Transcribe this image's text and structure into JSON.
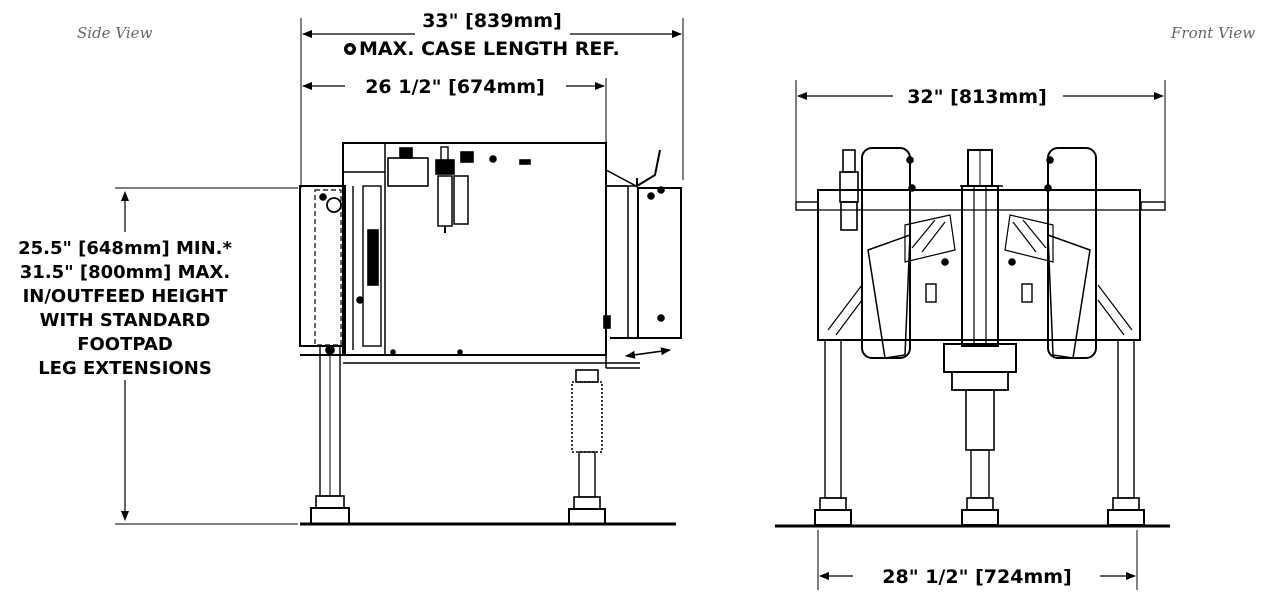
{
  "views": {
    "side": {
      "caption": "Side View",
      "dim_max_case_length": "33\" [839mm]",
      "dim_max_case_length_note": "MAX. CASE LENGTH REF.",
      "dim_frame_length": "26 1/2\" [674mm]",
      "height_note": [
        "25.5\" [648mm] MIN.*",
        "31.5\" [800mm] MAX.",
        "IN/OUTFEED HEIGHT",
        "WITH STANDARD",
        "FOOTPAD",
        "LEG EXTENSIONS"
      ]
    },
    "front": {
      "caption": "Front View",
      "dim_overall_width": "32\" [813mm]",
      "dim_leg_width": "28\" 1/2\" [724mm]"
    }
  },
  "colors": {
    "line": "#000000",
    "caption": "#666666"
  }
}
